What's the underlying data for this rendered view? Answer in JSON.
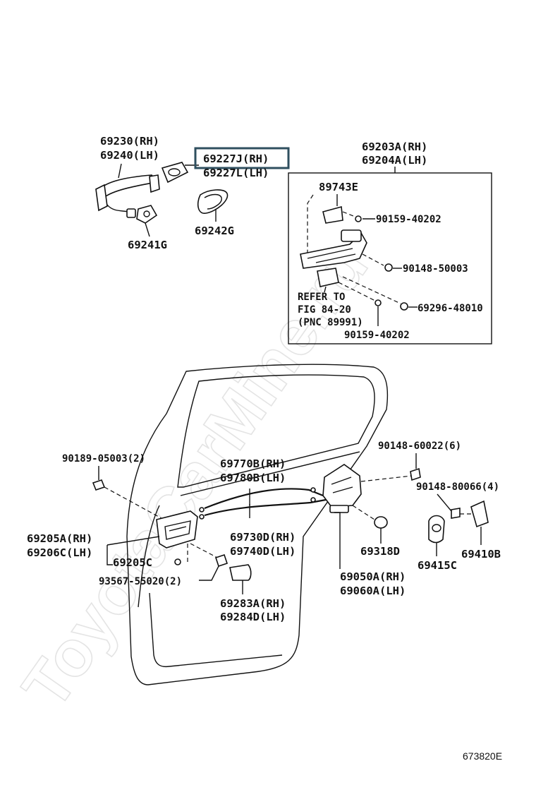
{
  "watermark": "ToyotaCarMine.ru",
  "figure_code": "673820E",
  "labels": {
    "handle_rh": "69230(RH)",
    "handle_lh": "69240(LH)",
    "pad_rh": "69227J(RH)",
    "pad_lh": "69227L(LH)",
    "cover_g": "69241G",
    "pad_69242g": "69242G",
    "lock_rh": "69203A(RH)",
    "lock_lh": "69204A(LH)",
    "clip_89743e": "89743E",
    "screw_top": "90159-40202",
    "bolt_50003": "90148-50003",
    "refer_1": "REFER TO",
    "refer_2": "FIG 84-20",
    "refer_3": "(PNC 89991)",
    "screw_48010": "69296-48010",
    "screw_bottom": "90159-40202",
    "screw_05003": "90189-05003(2)",
    "screw_60022": "90148-60022(6)",
    "cable_rh": "69770B(RH)",
    "cable_lh": "69780B(LH)",
    "screw_80066": "90148-80066(4)",
    "inner_rh": "69205A(RH)",
    "inner_lh": "69206C(LH)",
    "cable2_rh": "69730D(RH)",
    "cable2_lh": "69740D(LH)",
    "cap_318d": "69318D",
    "bracket_410b": "69410B",
    "plate_415c": "69415C",
    "bezel_205c": "69205C",
    "lock_assy_rh": "69050A(RH)",
    "lock_assy_lh": "69060A(LH)",
    "clip_55020": "93567-55020(2)",
    "cover_rh": "69283A(RH)",
    "cover_lh": "69284D(LH)"
  }
}
